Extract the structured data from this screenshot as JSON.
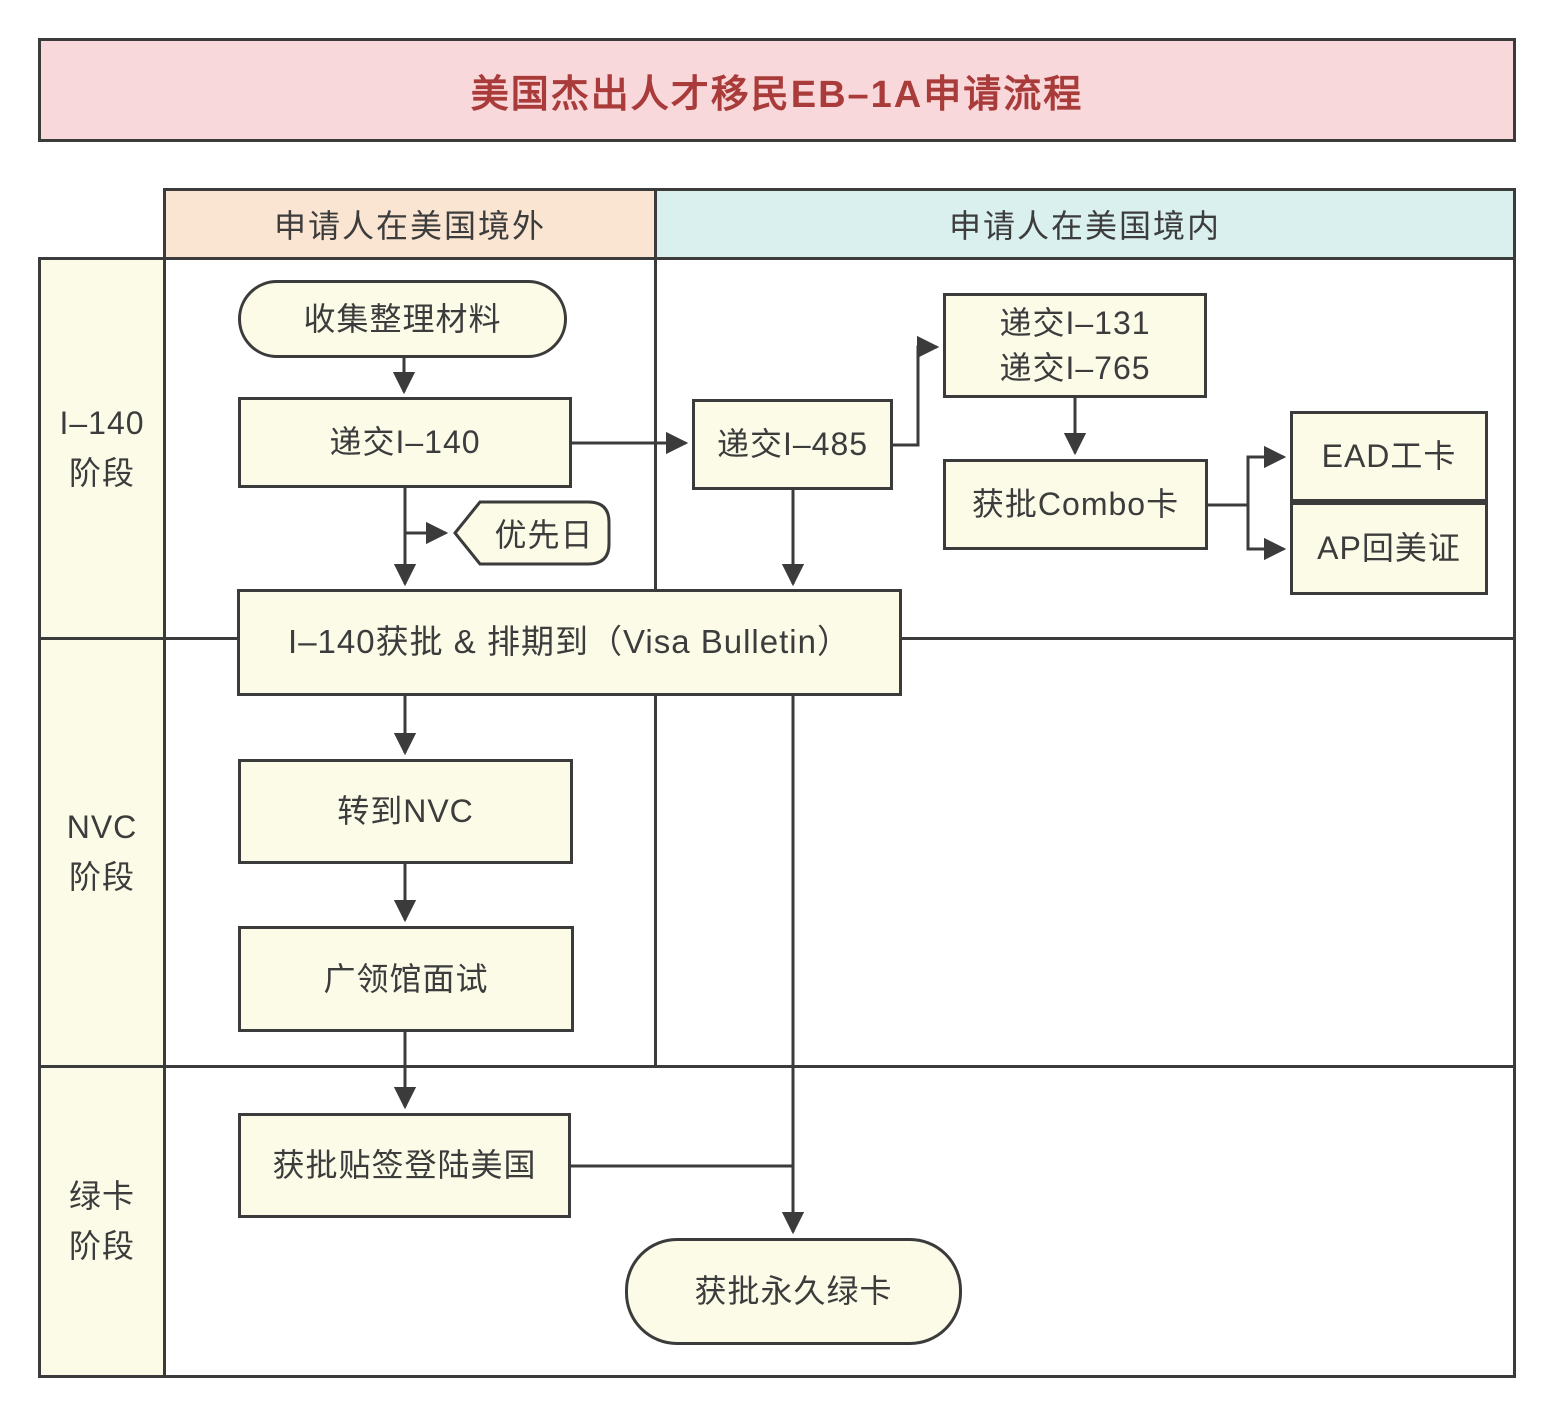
{
  "title": {
    "text": "美国杰出人才移民EB–1A申请流程"
  },
  "lanes": {
    "outside": "申请人在美国境外",
    "inside": "申请人在美国境内"
  },
  "stages": [
    {
      "label": "I–140\n阶段"
    },
    {
      "label": "NVC\n阶段"
    },
    {
      "label": "绿卡\n阶段"
    }
  ],
  "nodes": {
    "collect": "收集整理材料",
    "submit_i140": "递交I–140",
    "priority_date": "优先日",
    "submit_i485": "递交I–485",
    "submit_i131_i765": "递交I–131\n递交I–765",
    "combo_card": "获批Combo卡",
    "ead_card": "EAD工卡",
    "ap_document": "AP回美证",
    "i140_approved": "I–140获批 & 排期到（Visa Bulletin）",
    "to_nvc": "转到NVC",
    "consulate_interview": "广领馆面试",
    "visa_landing": "获批贴签登陆美国",
    "green_card": "获批永久绿卡"
  },
  "colors": {
    "title_bg": "#f8d8da",
    "title_text": "#a93c3a",
    "lane_outside_bg": "#fae5d3",
    "lane_inside_bg": "#d9f0ee",
    "node_bg": "#fbfbe8",
    "line": "#3b3b3b",
    "text": "#3c3c3c"
  }
}
